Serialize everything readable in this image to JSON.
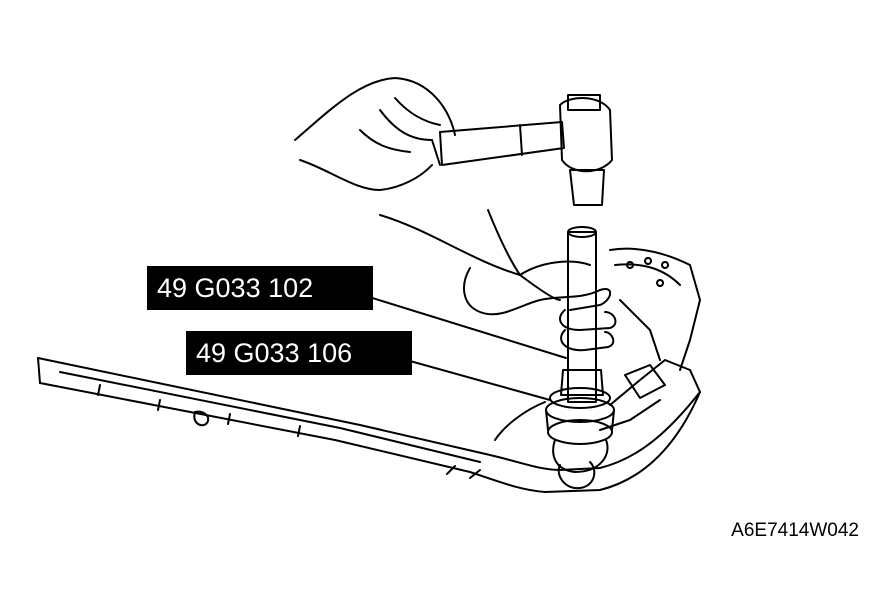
{
  "callouts": {
    "tool_1": "49 G033 102",
    "tool_2": "49 G033 106"
  },
  "figure_id": "A6E7414W042",
  "colors": {
    "line": "#000000",
    "label_bg": "#000000",
    "label_text": "#ffffff",
    "background": "#ffffff"
  }
}
